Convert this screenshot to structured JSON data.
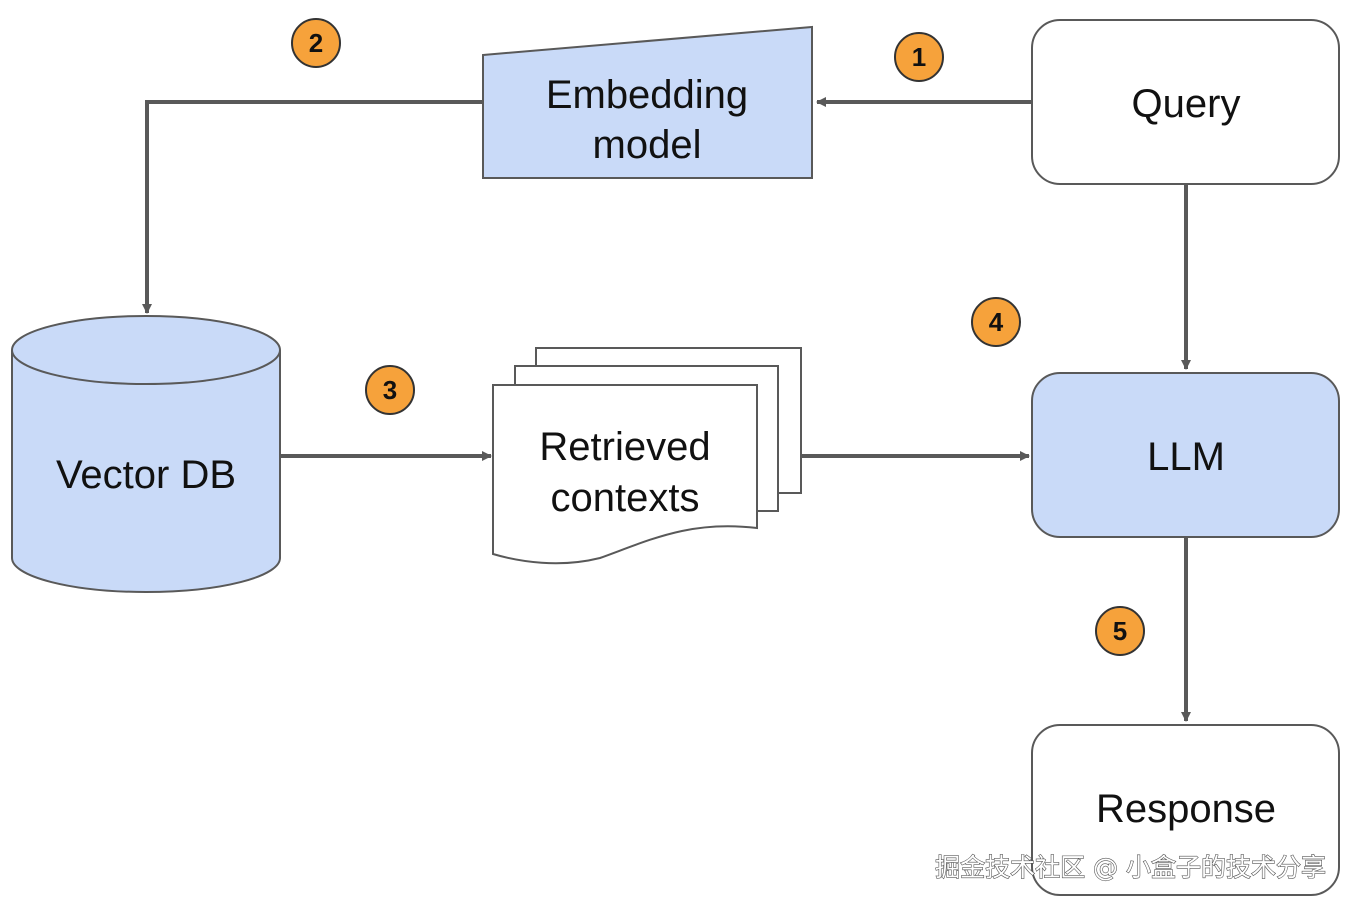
{
  "nodes": {
    "query": {
      "label": "Query"
    },
    "embedding_model": {
      "line1": "Embedding",
      "line2": "model"
    },
    "vector_db": {
      "label": "Vector DB"
    },
    "retrieved_contexts": {
      "line1": "Retrieved",
      "line2": "contexts"
    },
    "llm": {
      "label": "LLM"
    },
    "response": {
      "label": "Response"
    }
  },
  "steps": [
    "1",
    "2",
    "3",
    "4",
    "5"
  ],
  "watermark": "掘金技术社区 @ 小盒子的技术分享",
  "colors": {
    "node_fill_blue": "#c9daf8",
    "node_fill_white": "#ffffff",
    "stroke": "#595959",
    "badge_fill": "#f6a23b",
    "badge_stroke": "#333333"
  }
}
